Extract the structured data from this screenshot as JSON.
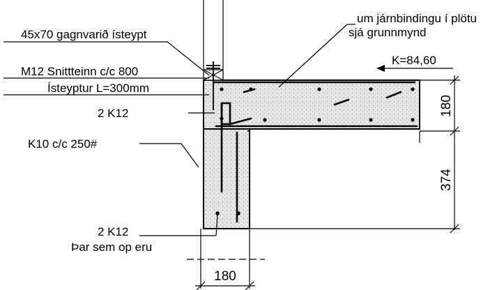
{
  "labels": {
    "gagnvarid": "45x70 gagnvarið ísteypt",
    "m12": "M12 Snittteinn c/c 800",
    "isteyptur": "Ísteyptur L=300mm",
    "k12_upper": "2 K12",
    "k10": "K10 c/c 250#",
    "k12_lower": "2 K12",
    "thar": "Þar sem op eru",
    "jarnbinding": "um járnbindingu í plötu",
    "grunnmynd": "sjá grunnmynd",
    "level": "K=84,60"
  },
  "dimensions": {
    "slab_thickness": "180",
    "beam_depth": "374",
    "wall_width": "180"
  }
}
